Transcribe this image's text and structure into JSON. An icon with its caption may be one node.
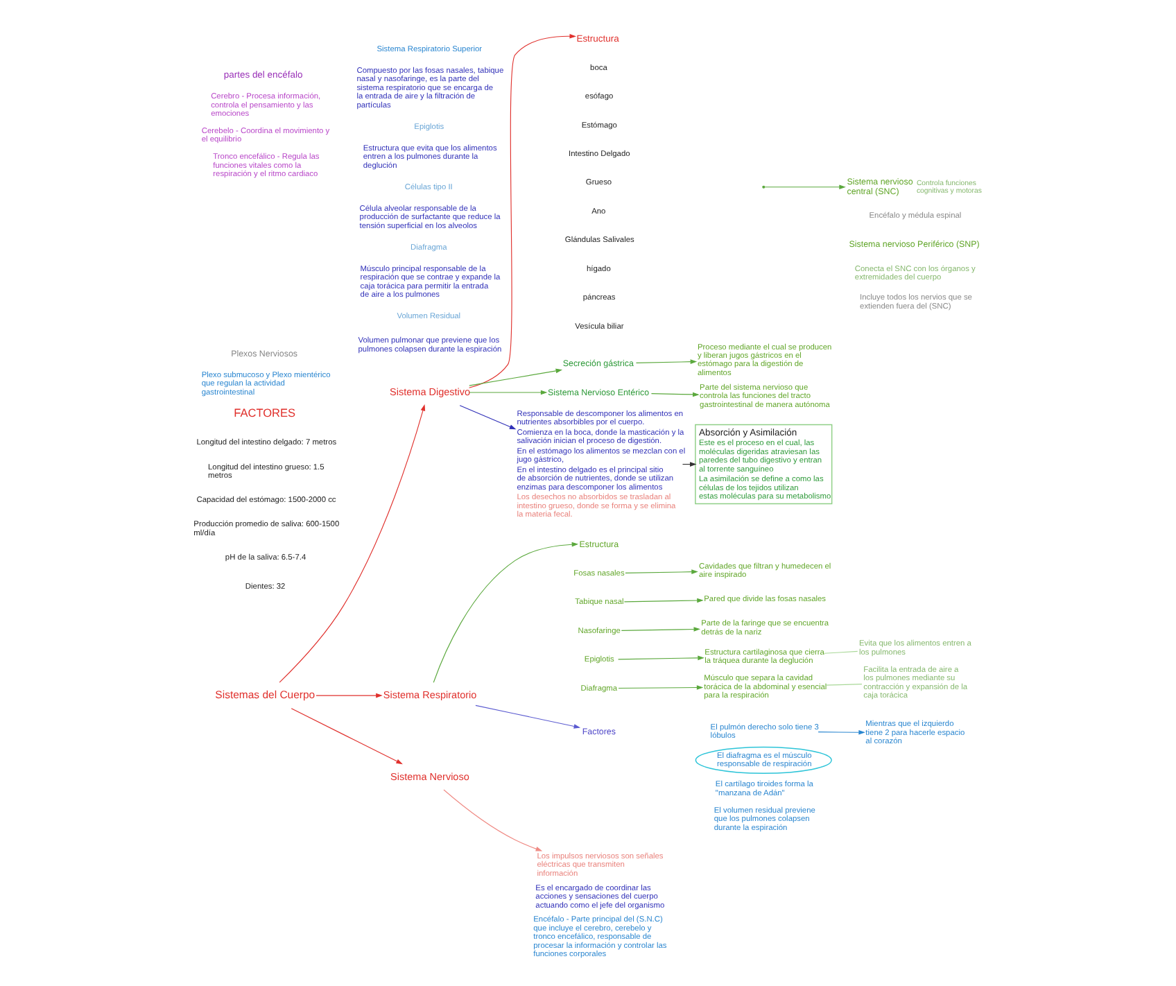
{
  "diagram": {
    "nodes": [
      {
        "text": [
          "Sistemas del Cuerpo"
        ]
      },
      {
        "text": [
          "Sistema Digestivo"
        ]
      },
      {
        "text": [
          "Responsable de descomponer los alimentos en nutrientes absorbibles por el cuerpo.",
          "Comienza en la boca, donde la masticación y la salivación inician el proceso de digestión.",
          "En el estómago los alimentos se mezclan con el jugo gástrico,",
          "En el intestino delgado es el principal sitio de absorción de nutrientes, donde se utilizan enzimas para descomponer los alimentos",
          "Los desechos no absorbidos se trasladan al intestino grueso, donde se forma y se elimina la materia fecal."
        ]
      },
      {
        "text": [
          "Absorción y Asimilación",
          "Este es el proceso en el cual, las moléculas digeridas atraviesan las paredes del tubo digestivo y entran al torrente sanguíneo",
          "La asimilación se define a como las células de los tejidos utilizan estas moléculas para su metabolismo"
        ]
      },
      {
        "text": [
          "Estructura"
        ]
      },
      {
        "text": [
          "Secreción gástrica"
        ]
      },
      {
        "text": [
          "Proceso mediante el cual se producen y liberan jugos gástricos en el estómago para la digestión de alimentos"
        ]
      },
      {
        "text": [
          "Sistema Nervioso Entérico"
        ]
      },
      {
        "text": [
          "Parte del sistema nervioso que controla las funciones del tracto gastrointestinal de manera autónoma"
        ]
      },
      {
        "text": [
          "Sistema Respiratorio"
        ]
      },
      {
        "text": [
          "Factores"
        ]
      },
      {
        "text": [
          "El pulmón derecho solo tiene 3 lóbulos"
        ]
      },
      {
        "text": [
          "Mientras que el izquierdo tiene 2 para hacerle espacio al corazón"
        ]
      },
      {
        "text": [
          "El diafragma es el músculo responsable de respiración"
        ]
      },
      {
        "text": [
          "Estructura"
        ]
      },
      {
        "text": [
          "Fosas nasales"
        ]
      },
      {
        "text": [
          "Cavidades que filtran y humedecen el aire inspirado"
        ]
      },
      {
        "text": [
          "Tabique nasal"
        ]
      },
      {
        "text": [
          "Pared que divide las fosas nasales"
        ]
      },
      {
        "text": [
          "Nasofaringe"
        ]
      },
      {
        "text": [
          "Parte de la faringe que se encuentra detrás de la nariz"
        ]
      },
      {
        "text": [
          "Epiglotis"
        ]
      },
      {
        "text": [
          "Estructura cartilaginosa que cierra la tráquea durante la deglución"
        ]
      },
      {
        "text": [
          "Evita que los alimentos entren a los pulmones"
        ]
      },
      {
        "text": [
          "Diafragma"
        ]
      },
      {
        "text": [
          "Músculo que separa la cavidad torácica de la abdominal y esencial para la respiración"
        ]
      },
      {
        "text": [
          "Facilita la entrada de aire a los pulmones mediante su contracción y expansión de la caja torácica"
        ]
      },
      {
        "text": [
          "Sistema Nervioso"
        ]
      },
      {
        "text": [
          "Los impulsos nerviosos son señales eléctricas que transmiten información"
        ]
      },
      {
        "text": [
          "Sistema nervioso central (SNC)"
        ],
        "beside": [
          "Controla funciones cognitivas y motoras"
        ]
      }
    ],
    "edges": [
      {
        "from": 0,
        "to": 1,
        "arrow": "to",
        "color": "#e0302c"
      },
      {
        "from": 0,
        "to": 9,
        "arrow": "to",
        "color": "#e0302c"
      },
      {
        "from": 0,
        "to": 27,
        "arrow": "to",
        "color": "#e0302c"
      },
      {
        "from": 1,
        "to": 2,
        "arrow": "to",
        "color": "#3030b8"
      },
      {
        "from": 2,
        "to": 3,
        "arrow": "to",
        "color": "#333333"
      },
      {
        "from": 1,
        "to": 4,
        "arrow": "to",
        "color": "#e0302c"
      },
      {
        "from": 1,
        "to": 5,
        "arrow": "to"
      },
      {
        "from": 5,
        "to": 6,
        "arrow": "to"
      },
      {
        "from": 1,
        "to": 7,
        "arrow": "to"
      },
      {
        "from": 7,
        "to": 8,
        "arrow": "to"
      },
      {
        "from": 9,
        "to": 10,
        "arrow": "to",
        "color": "#5a5ad0"
      },
      {
        "from": 11,
        "to": 12,
        "arrow": "to",
        "color": "#2a86d0"
      },
      {
        "from": 9,
        "to": 14,
        "arrow": "to"
      },
      {
        "from": 15,
        "to": 16,
        "arrow": "to"
      },
      {
        "from": 17,
        "to": 18,
        "arrow": "to"
      },
      {
        "from": 19,
        "to": 20,
        "arrow": "to"
      },
      {
        "from": 21,
        "to": 22,
        "arrow": "to"
      },
      {
        "from": 22,
        "to": 23,
        "arrow": "none",
        "color": "#a9d898"
      },
      {
        "from": 24,
        "to": 25,
        "arrow": "to"
      },
      {
        "from": 25,
        "to": 26,
        "arrow": "none",
        "color": "#a9d898"
      },
      {
        "from": 27,
        "to": 28,
        "arrow": "to",
        "color": "#ef8a84"
      },
      {
        "from": null,
        "to": 29,
        "arrow": "to"
      }
    ],
    "labels": [
      "boca",
      "esófago",
      "Estómago",
      "Intestino Delgado",
      "Grueso",
      "Ano",
      "Glándulas Salivales",
      "hígado",
      "páncreas",
      "Vesícula biliar",
      "Plexos Nerviosos",
      "Plexo submucoso y Plexo mientérico que regulan la actividad gastrointestinal",
      "FACTORES",
      "Longitud del intestino delgado: 7 metros",
      "Longitud del intestino grueso: 1.5 metros",
      "Capacidad del estómago: 1500-2000 cc",
      "Producción promedio de saliva: 600-1500 ml/día",
      "pH de la saliva: 6.5-7.4",
      "Dientes: 32",
      "Sistema Respiratorio Superior",
      "Compuesto por las fosas nasales, tabique nasal y nasofaringe, es la parte del sistema respiratorio que se encarga de la entrada de aire y la filtración de partículas",
      "Epiglotis",
      "Estructura que evita que los alimentos entren a los pulmones durante la deglución",
      "Células tipo II",
      "Célula alveolar responsable de la producción de surfactante que reduce la tensión superficial en los alveolos",
      "Diafragma",
      "Músculo principal responsable de la respiración que se contrae y expande la caja torácica para permitir la entrada de aire a los pulmones",
      "Volumen Residual",
      "Volumen pulmonar que previene que los pulmones colapsen durante la espiración",
      "El cartílago tiroides forma la \"manzana de Adán\"",
      "El volumen residual previene que los pulmones colapsen durante la espiración",
      "Es el encargado de coordinar las acciones y sensaciones del cuerpo actuando como el jefe del organismo",
      "Encéfalo - Parte principal del (S.N.C) que incluye el cerebro, cerebelo y tronco encefálico, responsable de procesar la información y controlar las funciones corporales",
      "partes del encéfalo",
      "Cerebro - Procesa información, controla el pensamiento y las emociones",
      "Cerebelo - Coordina el movimiento y el equilibrio",
      "Tronco encefálico - Regula las funciones vitales como la respiración y el ritmo cardiaco",
      "Encéfalo y médula espinal",
      "Sistema nervioso Periférico (SNP)",
      "Conecta el SNC con los órganos y extremidades del cuerpo",
      "Incluye todos los nervios que se extienden fuera del (SNC)"
    ]
  }
}
